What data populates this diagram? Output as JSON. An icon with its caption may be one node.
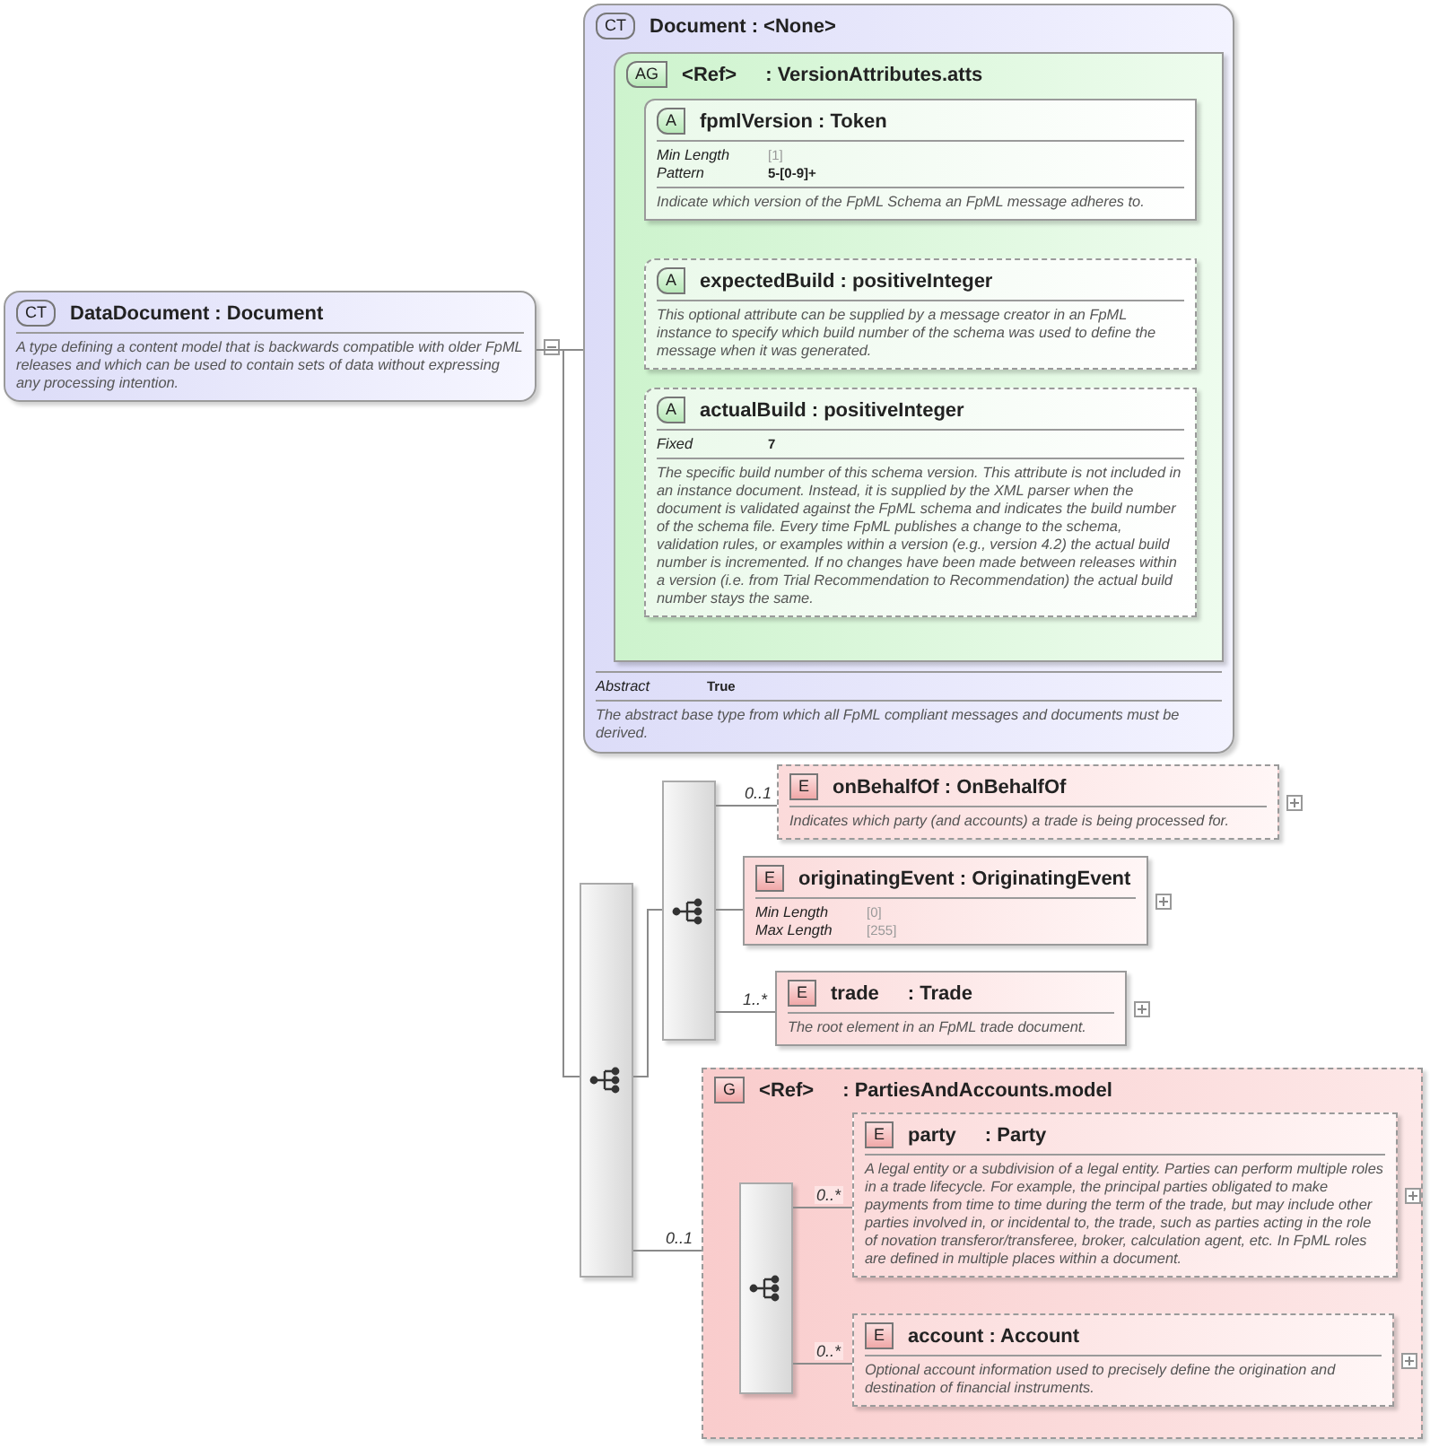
{
  "diagram": {
    "nodes": [
      {
        "text": [
          "CT",
          "DataDocument : Document",
          "A type defining a content model that is backwards compatible with older FpML releases and which can be used to contain sets of data without expressing any processing intention."
        ]
      },
      {
        "text": [
          "CT",
          "Document : <None>",
          "Abstract",
          "True",
          "The abstract base type from which all FpML compliant messages and documents must be derived."
        ]
      },
      {
        "text": [
          "AG",
          "<Ref>",
          ": VersionAttributes.atts"
        ],
        "in": 1
      },
      {
        "text": [
          "A",
          "fpmlVersion : Token",
          "Min Length",
          "[1]",
          "Pattern",
          "5-[0-9]+",
          "Indicate which version of the FpML Schema an FpML message adheres to."
        ],
        "in": 2
      },
      {
        "text": [
          "A",
          "expectedBuild : positiveInteger",
          "This optional attribute can be supplied by a message creator in an FpML instance to specify which build number of the schema was used to define the message when it was generated."
        ],
        "in": 2
      },
      {
        "text": [
          "A",
          "actualBuild : positiveInteger",
          "Fixed",
          "7",
          "The specific build number of this schema version. This attribute is not included in an instance document. Instead, it is supplied by the XML parser when the document is validated against the FpML schema and indicates the build number of the schema file. Every time FpML publishes a change to the schema, validation rules, or examples within a version (e.g., version 4.2) the actual build number is incremented. If no changes have been made between releases within a version (i.e. from Trial Recommendation to Recommendation) the actual build number stays the same."
        ],
        "in": 2
      },
      {
        "text": [],
        "shape": "box"
      },
      {
        "text": [],
        "shape": "box"
      },
      {
        "text": [
          "E",
          "onBehalfOf : OnBehalfOf",
          "Indicates which party (and accounts) a trade is being processed for."
        ]
      },
      {
        "text": [
          "E",
          "originatingEvent : OriginatingEvent",
          "Min Length",
          "[0]",
          "Max Length",
          "[255]"
        ]
      },
      {
        "text": [
          "E",
          "trade",
          ": Trade",
          "The root element in an FpML trade document."
        ]
      },
      {
        "text": [
          "G",
          "<Ref>",
          ": PartiesAndAccounts.model"
        ]
      },
      {
        "text": [],
        "shape": "box",
        "in": 11
      },
      {
        "text": [
          "E",
          "party",
          ": Party",
          "A legal entity or a subdivision of a legal entity. Parties can perform multiple roles in a trade lifecycle. For example, the principal parties obligated to make payments from time to time during the term of the trade, but may include other parties involved in, or incidental to, the trade, such as parties acting in the role of novation transferor/transferee, broker, calculation agent, etc. In FpML roles are defined in multiple places within a document."
        ],
        "in": 11
      },
      {
        "text": [
          "E",
          "account : Account",
          "Optional account information used to precisely define the origination and destination of financial instruments."
        ],
        "in": 11
      }
    ],
    "edges": [
      {
        "from": 0,
        "to": 1,
        "arrow": "none"
      },
      {
        "from": 0,
        "to": 6,
        "arrow": "none"
      },
      {
        "from": 6,
        "to": 7,
        "arrow": "none"
      },
      {
        "from": 6,
        "to": 11,
        "arrow": "none",
        "label": "0..1"
      },
      {
        "from": 7,
        "to": 8,
        "arrow": "none",
        "label": "0..1"
      },
      {
        "from": 7,
        "to": 9,
        "arrow": "none"
      },
      {
        "from": 7,
        "to": 10,
        "arrow": "none",
        "label": "1..*"
      },
      {
        "from": 12,
        "to": 13,
        "arrow": "none",
        "label": "0..*"
      },
      {
        "from": 12,
        "to": 14,
        "arrow": "none",
        "label": "0..*"
      }
    ]
  }
}
